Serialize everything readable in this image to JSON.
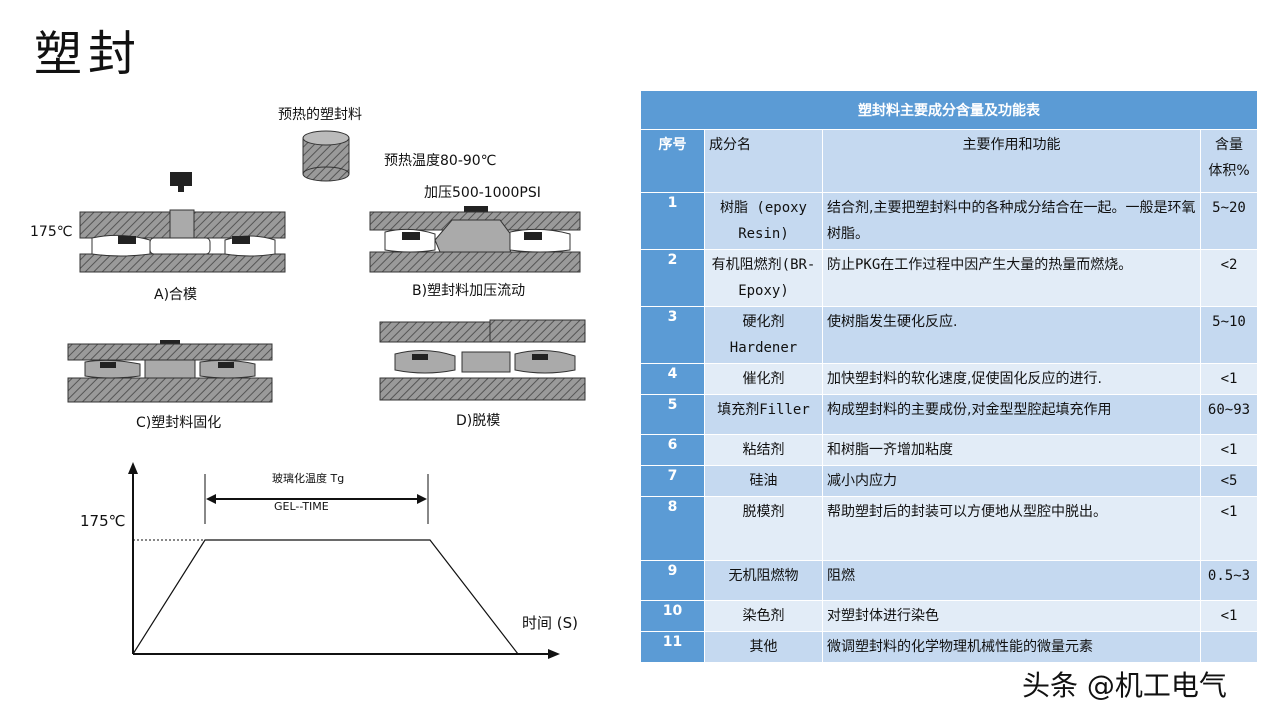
{
  "title": "塑封",
  "diagram": {
    "preheated_label": "预热的塑封料",
    "preheat_temp": "预热温度80-90℃",
    "pressure": "加压500-1000PSI",
    "temp_175": "175℃",
    "step_a": "A)合模",
    "step_b": "B)塑封料加压流动",
    "step_c": "C)塑封料固化",
    "step_d": "D)脱模"
  },
  "graph": {
    "tg_label": "玻璃化温度 Tg",
    "gel_time": "GEL--TIME",
    "y_label": "175℃",
    "x_label": "时间 (S)"
  },
  "table": {
    "caption": "塑封料主要成分含量及功能表",
    "headers": {
      "no": "序号",
      "name": "成分名",
      "func": "主要作用和功能",
      "amt_line1": "含量",
      "amt_line2": "体积%"
    },
    "rows": [
      {
        "no": "1",
        "name": "树脂 (epoxy Resin)",
        "func": "结合剂,主要把塑封料中的各种成分结合在一起。一般是环氧树脂。",
        "amt": "5~20"
      },
      {
        "no": "2",
        "name": "有机阻燃剂(BR-Epoxy)",
        "func": "防止PKG在工作过程中因产生大量的热量而燃烧。",
        "amt": "<2"
      },
      {
        "no": "3",
        "name": "硬化剂 Hardener",
        "func": "使树脂发生硬化反应.",
        "amt": "5~10"
      },
      {
        "no": "4",
        "name": "催化剂",
        "func": "加快塑封料的软化速度,促使固化反应的进行.",
        "amt": "<1"
      },
      {
        "no": "5",
        "name": "填充剂Filler",
        "func": "构成塑封料的主要成份,对金型型腔起填充作用",
        "amt": "60~93"
      },
      {
        "no": "6",
        "name": "粘结剂",
        "func": "和树脂一齐增加粘度",
        "amt": "<1"
      },
      {
        "no": "7",
        "name": "硅油",
        "func": "减小内应力",
        "amt": "<5"
      },
      {
        "no": "8",
        "name": "脱模剂",
        "func": "帮助塑封后的封装可以方便地从型腔中脱出。",
        "amt": "<1"
      },
      {
        "no": "9",
        "name": "无机阻燃物",
        "func": "阻燃",
        "amt": "0.5~3"
      },
      {
        "no": "10",
        "name": "染色剂",
        "func": "对塑封体进行染色",
        "amt": "<1"
      },
      {
        "no": "11",
        "name": "其他",
        "func": "微调塑封料的化学物理机械性能的微量元素",
        "amt": ""
      }
    ]
  },
  "watermark": "头条 @机工电气",
  "colors": {
    "header_blue": "#5b9bd5",
    "row_light": "#c5d9f0",
    "row_lighter": "#e2ecf7"
  }
}
